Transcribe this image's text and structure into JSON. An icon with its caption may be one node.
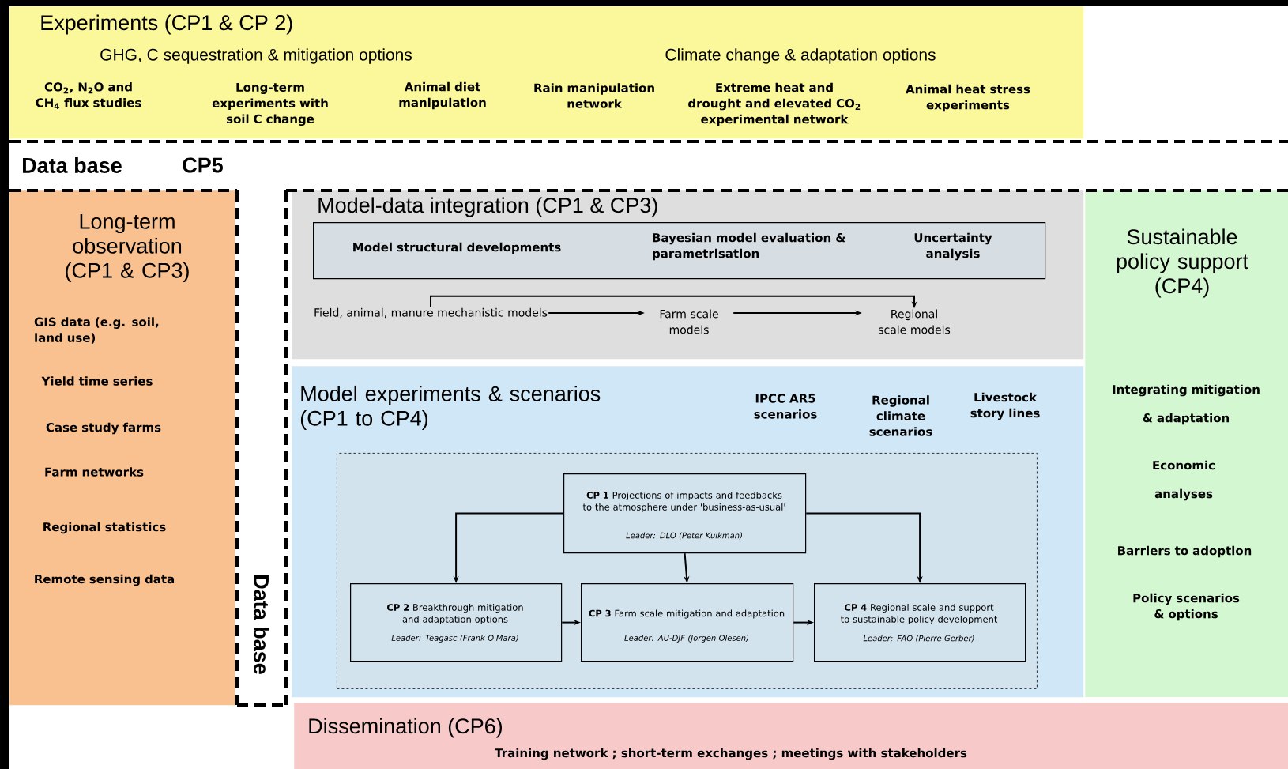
{
  "diagram": {
    "nodes": [
      {
        "text": [
          "Experiments (CP1 & CP 2)",
          "GHG, C sequestration & mitigation options",
          "Climate change & adaptation options",
          "CO$_{2}$, N$_{2}$O and CH$_{4}$ flux studies",
          "Long-term experiments with soil C change",
          "Animal diet manipulation",
          "Rain manipulation network",
          "Extreme heat and drought and elevated CO$_{2}$ experimental network",
          "Animal heat stress experiments"
        ]
      },
      {
        "text": [
          "Long-term observation (CP1 & CP3)",
          "GIS data (e.g. soil, land use)",
          "Yield time series",
          "Case study farms",
          "Farm networks",
          "Regional statistics",
          "Remote sensing data"
        ]
      },
      {
        "text": [
          "Model-data integration (CP1 & CP3)"
        ]
      },
      {
        "text": [
          "Model structural developments",
          "Bayesian model evaluation & parametrisation",
          "Uncertainty analysis"
        ],
        "in": 2
      },
      {
        "text": [
          "Field, animal, manure mechanistic models"
        ],
        "in": 2
      },
      {
        "text": [
          "Farm scale models"
        ],
        "in": 2
      },
      {
        "text": [
          "Regional scale models"
        ],
        "in": 2
      },
      {
        "text": [
          "Model experiments & scenarios (CP1 to CP4)",
          "IPCC AR5 scenarios",
          "Regional climate scenarios",
          "Livestock story lines"
        ]
      },
      {
        "text": [],
        "shape": "box",
        "in": 7
      },
      {
        "text": [
          "**CP 1** Projections of impacts and feedbacks to the atmosphere under 'business-as-usual'",
          "Leader: DLO (Peter Kuikman)"
        ],
        "in": 8
      },
      {
        "text": [
          "**CP 2** Breakthrough mitigation and adaptation options",
          "Leader: Teagasc (Frank O'Mara)"
        ],
        "in": 8
      },
      {
        "text": [
          "**CP 3** Farm scale mitigation and adaptation",
          "Leader: AU-DJF (Jorgen Olesen)"
        ],
        "in": 8
      },
      {
        "text": [
          "**CP 4** Regional scale and support to sustainable policy development",
          "Leader: FAO (Pierre Gerber)"
        ],
        "in": 8
      },
      {
        "text": [
          "Sustainable policy support (CP4)",
          "Integrating mitigation & adaptation",
          "Economic analyses",
          "Barriers to adoption",
          "Policy scenarios & options"
        ]
      },
      {
        "text": [
          "Dissemination (CP6)",
          "Training network ; short-term exchanges ; meetings with stakeholders"
        ]
      }
    ],
    "edges": [
      {
        "from": 4,
        "to": 5,
        "arrow": "to"
      },
      {
        "from": 5,
        "to": 6,
        "arrow": "to"
      },
      {
        "from": 4,
        "to": 6,
        "arrow": "to"
      },
      {
        "from": 9,
        "to": 10,
        "arrow": "to"
      },
      {
        "from": 9,
        "to": 11,
        "arrow": "to"
      },
      {
        "from": 9,
        "to": 12,
        "arrow": "to"
      },
      {
        "from": 10,
        "to": 11,
        "arrow": "to"
      },
      {
        "from": 11,
        "to": 12,
        "arrow": "to"
      }
    ],
    "labels": [
      "Data base",
      "CP5",
      "Data base"
    ]
  }
}
